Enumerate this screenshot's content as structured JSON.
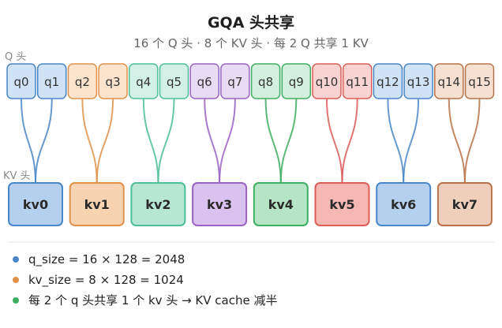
{
  "title": "GQA 头共享",
  "subtitle": "16 个 Q 头 · 8 个 KV 头 · 每 2 Q 共享 1 KV",
  "q_row_label": "Q 头",
  "kv_row_label": "KV 头",
  "groups": [
    {
      "kv": "kv0",
      "q": [
        "q0",
        "q1"
      ],
      "fill": "#cfe2f6",
      "stroke": "#4a87c8",
      "kv_fill": "#b4d0ee"
    },
    {
      "kv": "kv1",
      "q": [
        "q2",
        "q3"
      ],
      "fill": "#fbe3cd",
      "stroke": "#e0924a",
      "kv_fill": "#f7d3b1"
    },
    {
      "kv": "kv2",
      "q": [
        "q4",
        "q5"
      ],
      "fill": "#d3f1e6",
      "stroke": "#4cbf98",
      "kv_fill": "#b7e6d4"
    },
    {
      "kv": "kv3",
      "q": [
        "q6",
        "q7"
      ],
      "fill": "#e8dcf4",
      "stroke": "#9a64c4",
      "kv_fill": "#d9c2ef"
    },
    {
      "kv": "kv4",
      "q": [
        "q8",
        "q9"
      ],
      "fill": "#d2f0dc",
      "stroke": "#3fae62",
      "kv_fill": "#b6e5c6"
    },
    {
      "kv": "kv5",
      "q": [
        "q10",
        "q11"
      ],
      "fill": "#f9d3d1",
      "stroke": "#dc5d58",
      "kv_fill": "#f4b7b4"
    },
    {
      "kv": "kv6",
      "q": [
        "q12",
        "q13"
      ],
      "fill": "#cfe2f6",
      "stroke": "#4a87c8",
      "kv_fill": "#b4d0ee"
    },
    {
      "kv": "kv7",
      "q": [
        "q14",
        "q15"
      ],
      "fill": "#f6e0d2",
      "stroke": "#b9734a",
      "kv_fill": "#efcfbb"
    }
  ],
  "legend": [
    {
      "text": "q_size = 16 × 128 = 2048",
      "color": "#4a87c8"
    },
    {
      "text": "kv_size = 8 × 128 = 1024",
      "color": "#e0924a"
    },
    {
      "text": "每 2 个 q 头共享 1 个 kv 头 → KV cache 减半",
      "color": "#3fae62"
    }
  ]
}
